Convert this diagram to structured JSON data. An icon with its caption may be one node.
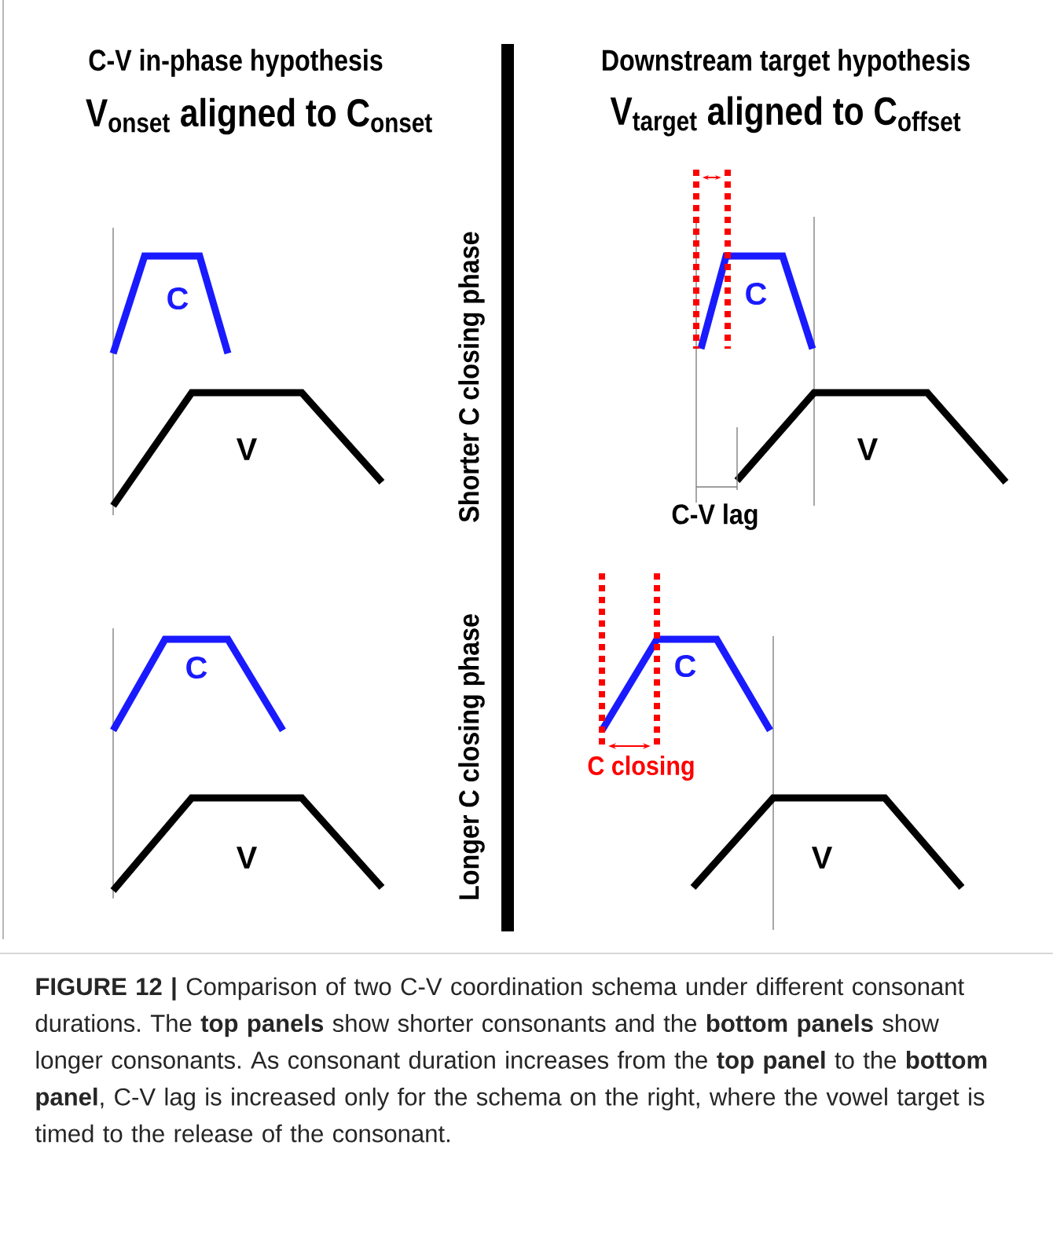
{
  "diagram": {
    "caption": "**FIGURE 12 |** Comparison of two C-V coordination schema under different consonant durations. The **top panels** show shorter consonants and the **bottom panels** show longer consonants. As consonant duration increases from the **top panel** to the **bottom panel**, C-V lag is increased only for the schema on the right, where the vowel target is timed to the release of the consonant.",
    "labels": [
      "C-V in-phase hypothesis",
      "Downstream target hypothesis",
      "V$_{onset}$ aligned to C$_{onset}$",
      "V$_{target}$ aligned to C$_{offset}$",
      "Shorter C closing phase",
      "C",
      "C",
      "V",
      "V",
      "C-V lag",
      "Longer C closing phase",
      "C",
      "C",
      "C closing",
      "V",
      "V"
    ]
  }
}
